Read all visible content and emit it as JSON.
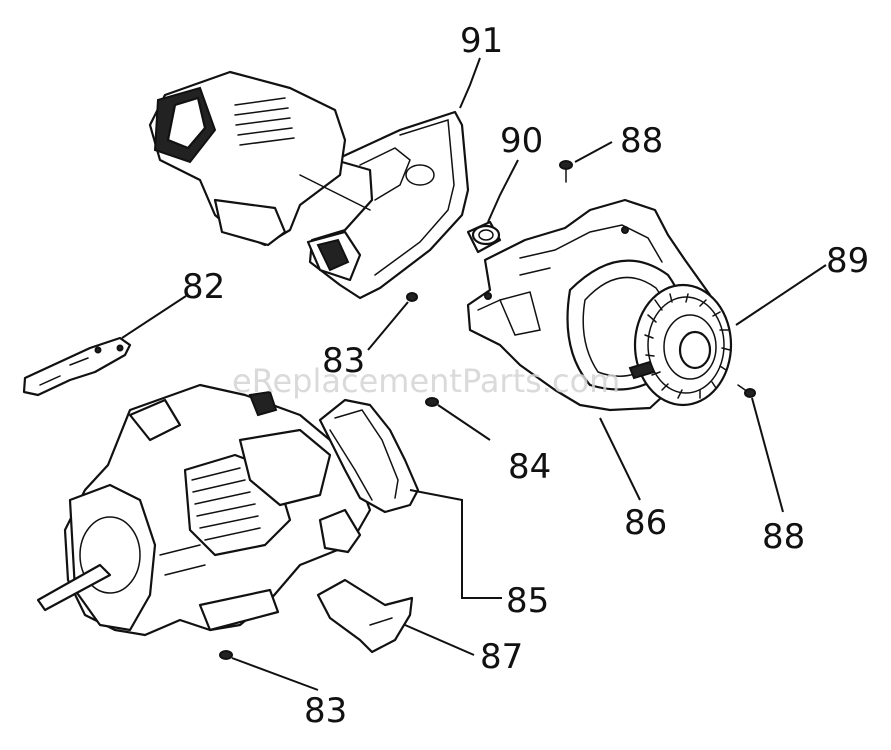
{
  "diagram": {
    "watermark": "eReplacementParts.com",
    "callouts": [
      {
        "id": "c91",
        "label": "91"
      },
      {
        "id": "c90",
        "label": "90"
      },
      {
        "id": "c88a",
        "label": "88"
      },
      {
        "id": "c89",
        "label": "89"
      },
      {
        "id": "c82",
        "label": "82"
      },
      {
        "id": "c83a",
        "label": "83"
      },
      {
        "id": "c84",
        "label": "84"
      },
      {
        "id": "c86",
        "label": "86"
      },
      {
        "id": "c88b",
        "label": "88"
      },
      {
        "id": "c85",
        "label": "85"
      },
      {
        "id": "c87",
        "label": "87"
      },
      {
        "id": "c83b",
        "label": "83"
      }
    ]
  }
}
